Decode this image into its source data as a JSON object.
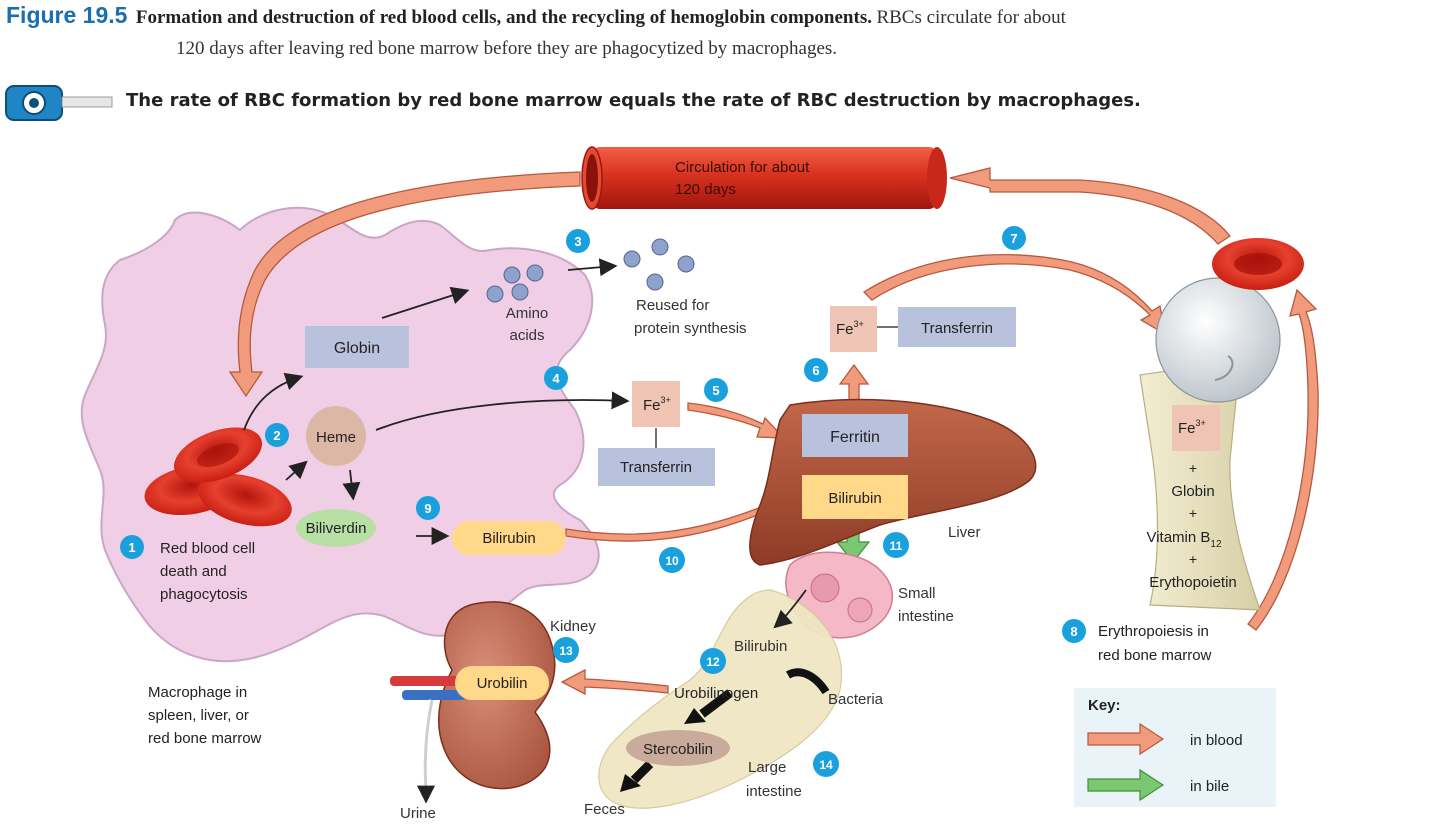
{
  "header": {
    "figure_label": "Figure 19.5",
    "title": "Formation and destruction of red blood cells, and the recycling of hemoglobin components.",
    "caption_part1": "RBCs circulate for about",
    "caption_part2": "120 days after leaving red bone marrow before they are phagocytized by macrophages.",
    "summary": "The rate of RBC formation by red bone marrow equals the rate of RBC destruction by macrophages."
  },
  "diagram": {
    "circulation": [
      "Circulation for about",
      "120 days"
    ],
    "globin": "Globin",
    "heme": "Heme",
    "amino_acids": [
      "Amino",
      "acids"
    ],
    "reused": [
      "Reused for",
      "protein synthesis"
    ],
    "fe": "Fe",
    "fe_sup": "3+",
    "transferrin": "Transferrin",
    "ferritin": "Ferritin",
    "bilirubin": "Bilirubin",
    "biliverdin": "Biliverdin",
    "liver": "Liver",
    "small_intestine": [
      "Small",
      "intestine"
    ],
    "kidney": "Kidney",
    "urobilin": "Urobilin",
    "urobilinogen": "Urobilinogen",
    "bacteria": "Bacteria",
    "stercobilin": "Stercobilin",
    "large_intestine": [
      "Large",
      "intestine"
    ],
    "urine": "Urine",
    "feces": "Feces",
    "rbc_death": [
      "Red blood cell",
      "death and",
      "phagocytosis"
    ],
    "macrophage": [
      "Macrophage in",
      "spleen, liver, or",
      "red bone marrow"
    ],
    "marrow_items": {
      "plus": "+",
      "globin": "Globin",
      "vitamin": "Vitamin B",
      "vitamin_sub": "12",
      "epo": "Erythopoietin"
    },
    "erythropoiesis": [
      "Erythropoiesis in",
      "red bone marrow"
    ],
    "steps": [
      "1",
      "2",
      "3",
      "4",
      "5",
      "6",
      "7",
      "8",
      "9",
      "10",
      "11",
      "12",
      "13",
      "14"
    ]
  },
  "key": {
    "title": "Key:",
    "blood": "in blood",
    "bile": "in bile"
  },
  "colors": {
    "blood_arrow": "#f29a7c",
    "bile_arrow": "#7cc872",
    "step_badge": "#1aa1dd",
    "macrophage": "#f0cfe6",
    "blue_box": "#b9c2dc",
    "fe_box": "#efc4b4",
    "yellow_box": "#ffd88a",
    "liver": "#b0553c"
  }
}
